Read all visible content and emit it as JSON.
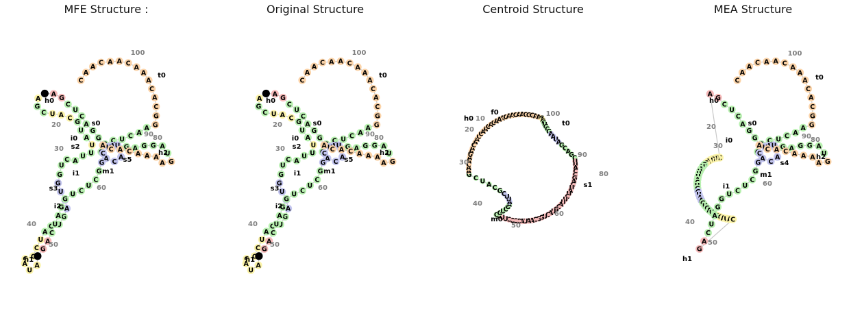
{
  "panels": [
    {
      "title": "MFE Structure :"
    },
    {
      "title": "Original Structure"
    },
    {
      "title": "Centroid Structure"
    },
    {
      "title": "MEA Structure"
    }
  ],
  "colors": {
    "stem": "#b8f0b0",
    "hairpin": "#c2c4ee",
    "interior": "#fbf3a8",
    "multi": "#f5b8b8",
    "external": "#fbd3a8",
    "number": "#808080"
  },
  "structures": {
    "mfe": {
      "labels": [
        "h0",
        "s0",
        "i0",
        "s2",
        "s3",
        "i1",
        "i2",
        "h1",
        "m1",
        "s5",
        "h2",
        "t0"
      ],
      "numbers": [
        "20",
        "30",
        "40",
        "50",
        "60",
        "80",
        "90",
        "100"
      ],
      "nts": [
        [
          "C",
          0
        ],
        [
          "A",
          0
        ],
        [
          "A",
          0
        ],
        [
          "C",
          0
        ],
        [
          "A",
          0
        ],
        [
          "A",
          0
        ],
        [
          "C",
          0
        ],
        [
          "A",
          0
        ],
        [
          "A",
          0
        ],
        [
          "A",
          0
        ],
        [
          "C",
          0
        ],
        [
          "A",
          0
        ],
        [
          "C",
          0
        ],
        [
          "G",
          0
        ],
        [
          "G",
          0
        ],
        [
          "A",
          1
        ],
        [
          "A",
          1
        ],
        [
          "C",
          1
        ],
        [
          "U",
          1
        ],
        [
          "C",
          1
        ],
        [
          "G",
          1
        ],
        [
          "G",
          1
        ],
        [
          "A",
          2
        ],
        [
          "C",
          2
        ],
        [
          "A",
          2
        ],
        [
          "A",
          2
        ],
        [
          "A",
          2
        ],
        [
          "U",
          2
        ],
        [
          "G",
          1
        ],
        [
          "G",
          1
        ],
        [
          "A",
          1
        ],
        [
          "C",
          1
        ],
        [
          "U",
          1
        ],
        [
          "C",
          1
        ],
        [
          "G",
          4
        ],
        [
          "A",
          4
        ],
        [
          "C",
          5
        ],
        [
          "A",
          3
        ],
        [
          "G",
          1
        ],
        [
          "C",
          1
        ],
        [
          "U",
          3
        ],
        [
          "A",
          3
        ],
        [
          "C",
          3
        ],
        [
          "G",
          1
        ],
        [
          "U",
          1
        ],
        [
          "A",
          1
        ],
        [
          "U",
          3
        ],
        [
          "U",
          1
        ],
        [
          "U",
          1
        ],
        [
          "A",
          1
        ],
        [
          "C",
          1
        ],
        [
          "U",
          1
        ],
        [
          "G",
          1
        ],
        [
          "G",
          2
        ],
        [
          "U",
          2
        ],
        [
          "A",
          2
        ],
        [
          "A",
          2
        ],
        [
          "G",
          1
        ],
        [
          "U",
          1
        ],
        [
          "C",
          1
        ],
        [
          "A",
          1
        ],
        [
          "U",
          3
        ],
        [
          "C",
          3
        ],
        [
          "C",
          3
        ],
        [
          "C",
          3
        ],
        [
          "A",
          3
        ],
        [
          "U",
          3
        ],
        [
          "A",
          3
        ],
        [
          "C",
          5
        ],
        [
          "G",
          4
        ],
        [
          "A",
          4
        ],
        [
          "C",
          1
        ],
        [
          "U",
          1
        ],
        [
          "A",
          1
        ],
        [
          "G",
          1
        ],
        [
          "G",
          1
        ],
        [
          "U",
          1
        ],
        [
          "C",
          1
        ],
        [
          "U",
          1
        ],
        [
          "C",
          1
        ],
        [
          "G",
          1
        ],
        [
          "G",
          2
        ],
        [
          "C",
          2
        ],
        [
          "U",
          2
        ],
        [
          "U",
          2
        ],
        [
          "G",
          1
        ],
        [
          "A",
          1
        ],
        [
          "G",
          1
        ],
        [
          "G",
          1
        ],
        [
          "A",
          1
        ],
        [
          "U",
          1
        ],
        [
          "G",
          0
        ],
        [
          "A",
          0
        ],
        [
          "A",
          0
        ],
        [
          "A",
          0
        ],
        [
          "A",
          0
        ],
        [
          "C",
          0
        ],
        [
          "A",
          0
        ],
        [
          "C",
          0
        ],
        [
          "A",
          0
        ]
      ]
    },
    "original": {
      "labels": [
        "h0",
        "s0",
        "i0",
        "s2",
        "s3",
        "i1",
        "i2",
        "h1",
        "m1",
        "s5",
        "h2",
        "t0"
      ],
      "numbers": [
        "20",
        "30",
        "40",
        "50",
        "60",
        "80",
        "90",
        "100"
      ]
    },
    "centroid": {
      "labels": [
        "f0",
        "h0",
        "t0",
        "s1",
        "m0"
      ],
      "numbers": [
        "10",
        "20",
        "30",
        "40",
        "50",
        "60",
        "80",
        "90",
        "100"
      ],
      "nts": [
        [
          "A",
          0
        ],
        [
          "C",
          0
        ],
        [
          "A",
          0
        ],
        [
          "A",
          0
        ],
        [
          "C",
          0
        ],
        [
          "A",
          0
        ],
        [
          "A",
          0
        ],
        [
          "C",
          0
        ],
        [
          "G",
          0
        ],
        [
          "G",
          0
        ],
        [
          "A",
          0
        ],
        [
          "A",
          0
        ],
        [
          "G",
          3
        ],
        [
          "A",
          3
        ],
        [
          "G",
          3
        ],
        [
          "C",
          1
        ],
        [
          "U",
          1
        ],
        [
          "G",
          1
        ],
        [
          "C",
          1
        ],
        [
          "G",
          1
        ],
        [
          "A",
          2
        ],
        [
          "A",
          2
        ],
        [
          "U",
          2
        ],
        [
          "A",
          2
        ],
        [
          "G",
          1
        ],
        [
          "C",
          1
        ],
        [
          "A",
          1
        ],
        [
          "G",
          1
        ],
        [
          "C",
          1
        ],
        [
          "U",
          4
        ],
        [
          "U",
          4
        ],
        [
          "A",
          4
        ],
        [
          "C",
          4
        ],
        [
          "C",
          4
        ],
        [
          "G",
          4
        ],
        [
          "A",
          4
        ],
        [
          "C",
          4
        ],
        [
          "U",
          4
        ],
        [
          "A",
          4
        ],
        [
          "U",
          4
        ],
        [
          "C",
          4
        ],
        [
          "U",
          4
        ],
        [
          "U",
          4
        ],
        [
          "A",
          4
        ],
        [
          "C",
          4
        ],
        [
          "G",
          4
        ],
        [
          "U",
          4
        ],
        [
          "A",
          4
        ],
        [
          "C",
          4
        ],
        [
          "U",
          4
        ],
        [
          "G",
          4
        ],
        [
          "G",
          4
        ],
        [
          "C",
          4
        ],
        [
          "A",
          4
        ],
        [
          "A",
          4
        ],
        [
          "U",
          4
        ],
        [
          "A",
          4
        ],
        [
          "C",
          4
        ],
        [
          "C",
          4
        ],
        [
          "C",
          4
        ],
        [
          "C",
          4
        ],
        [
          "U",
          4
        ],
        [
          "U",
          4
        ],
        [
          "A",
          4
        ],
        [
          "C",
          1
        ],
        [
          "G",
          1
        ],
        [
          "U",
          1
        ],
        [
          "C",
          1
        ],
        [
          "G",
          1
        ],
        [
          "A",
          1
        ],
        [
          "A",
          2
        ],
        [
          "U",
          2
        ],
        [
          "U",
          2
        ],
        [
          "C",
          2
        ],
        [
          "G",
          1
        ],
        [
          "C",
          1
        ],
        [
          "A",
          1
        ],
        [
          "U",
          1
        ],
        [
          "C",
          1
        ],
        [
          "G",
          1
        ],
        [
          "A",
          0
        ],
        [
          "A",
          0
        ],
        [
          "C",
          0
        ],
        [
          "A",
          0
        ],
        [
          "A",
          0
        ],
        [
          "U",
          0
        ],
        [
          "A",
          0
        ],
        [
          "A",
          0
        ],
        [
          "C",
          0
        ],
        [
          "A",
          0
        ],
        [
          "A",
          0
        ],
        [
          "C",
          0
        ],
        [
          "C",
          0
        ],
        [
          "A",
          0
        ],
        [
          "A",
          0
        ],
        [
          "C",
          0
        ],
        [
          "A",
          0
        ],
        [
          "C",
          0
        ],
        [
          "A",
          0
        ],
        [
          "A",
          0
        ]
      ]
    },
    "mea": {
      "labels": [
        "h0",
        "s0",
        "i0",
        "s4",
        "i1",
        "h1",
        "m1",
        "h2",
        "t0"
      ],
      "numbers": [
        "20",
        "30",
        "40",
        "50",
        "60",
        "80",
        "90",
        "100"
      ],
      "nts": [
        [
          "C",
          0
        ],
        [
          "A",
          0
        ],
        [
          "A",
          0
        ],
        [
          "C",
          0
        ],
        [
          "A",
          0
        ],
        [
          "A",
          0
        ],
        [
          "C",
          0
        ],
        [
          "A",
          0
        ],
        [
          "A",
          0
        ],
        [
          "A",
          0
        ],
        [
          "C",
          0
        ],
        [
          "A",
          0
        ],
        [
          "C",
          0
        ],
        [
          "G",
          0
        ],
        [
          "G",
          0
        ],
        [
          "A",
          1
        ],
        [
          "A",
          1
        ],
        [
          "C",
          1
        ],
        [
          "U",
          1
        ],
        [
          "C",
          1
        ],
        [
          "G",
          1
        ],
        [
          "G",
          1
        ],
        [
          "A",
          2
        ],
        [
          "C",
          2
        ],
        [
          "A",
          2
        ],
        [
          "A",
          2
        ],
        [
          "A",
          2
        ],
        [
          "U",
          2
        ],
        [
          "G",
          1
        ],
        [
          "G",
          1
        ],
        [
          "A",
          1
        ],
        [
          "C",
          1
        ],
        [
          "U",
          1
        ],
        [
          "C",
          1
        ],
        [
          "G",
          4
        ],
        [
          "A",
          4
        ],
        [
          "C",
          3
        ],
        [
          "A",
          3
        ],
        [
          "U",
          3
        ],
        [
          "G",
          3
        ],
        [
          "U",
          3
        ],
        [
          "A",
          3
        ],
        [
          "C",
          3
        ],
        [
          "G",
          1
        ],
        [
          "U",
          1
        ],
        [
          "A",
          1
        ],
        [
          "U",
          1
        ],
        [
          "U",
          1
        ],
        [
          "U",
          1
        ],
        [
          "A",
          1
        ],
        [
          "C",
          1
        ],
        [
          "U",
          1
        ],
        [
          "G",
          1
        ],
        [
          "G",
          2
        ],
        [
          "U",
          2
        ],
        [
          "A",
          2
        ],
        [
          "A",
          2
        ],
        [
          "G",
          1
        ],
        [
          "U",
          1
        ],
        [
          "C",
          1
        ],
        [
          "A",
          1
        ],
        [
          "U",
          1
        ],
        [
          "C",
          1
        ],
        [
          "C",
          3
        ],
        [
          "C",
          3
        ],
        [
          "A",
          3
        ],
        [
          "U",
          3
        ],
        [
          "A",
          3
        ],
        [
          "C",
          3
        ],
        [
          "G",
          4
        ],
        [
          "A",
          4
        ],
        [
          "C",
          1
        ],
        [
          "U",
          1
        ],
        [
          "A",
          1
        ],
        [
          "G",
          1
        ],
        [
          "G",
          1
        ],
        [
          "U",
          1
        ],
        [
          "C",
          1
        ],
        [
          "U",
          1
        ],
        [
          "C",
          1
        ],
        [
          "G",
          1
        ],
        [
          "G",
          2
        ],
        [
          "C",
          2
        ],
        [
          "U",
          2
        ],
        [
          "U",
          2
        ],
        [
          "G",
          1
        ],
        [
          "A",
          1
        ],
        [
          "G",
          1
        ],
        [
          "G",
          1
        ],
        [
          "A",
          1
        ],
        [
          "U",
          1
        ],
        [
          "G",
          0
        ],
        [
          "A",
          0
        ],
        [
          "A",
          0
        ],
        [
          "A",
          0
        ],
        [
          "A",
          0
        ],
        [
          "C",
          0
        ],
        [
          "A",
          0
        ],
        [
          "C",
          0
        ],
        [
          "A",
          0
        ]
      ]
    }
  }
}
